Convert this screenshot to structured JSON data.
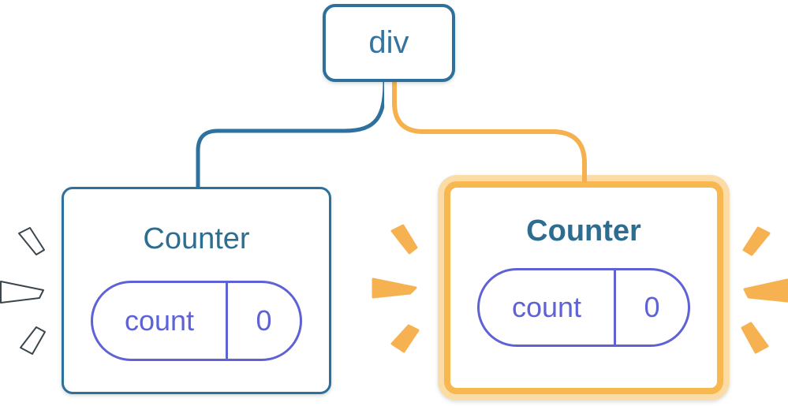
{
  "tree": {
    "root": {
      "label": "div"
    },
    "children": [
      {
        "label": "Counter",
        "state": {
          "key": "count",
          "value": "0"
        },
        "highlighted": false
      },
      {
        "label": "Counter",
        "state": {
          "key": "count",
          "value": "0"
        },
        "highlighted": true
      }
    ]
  },
  "colors": {
    "node_blue": "#2E6F9B",
    "text_blue": "#35749F",
    "title_blue": "#2B6E92",
    "pill_purple": "#5E62D5",
    "wire_blue": "#2E719E",
    "wire_orange": "#F6B14E",
    "highlight_outer": "#FBDCA6",
    "highlight_inner": "#F6B84F",
    "spark_orange": "#F6B151",
    "spark_white": "#FFFFFF",
    "spark_outline": "#3A464C"
  }
}
